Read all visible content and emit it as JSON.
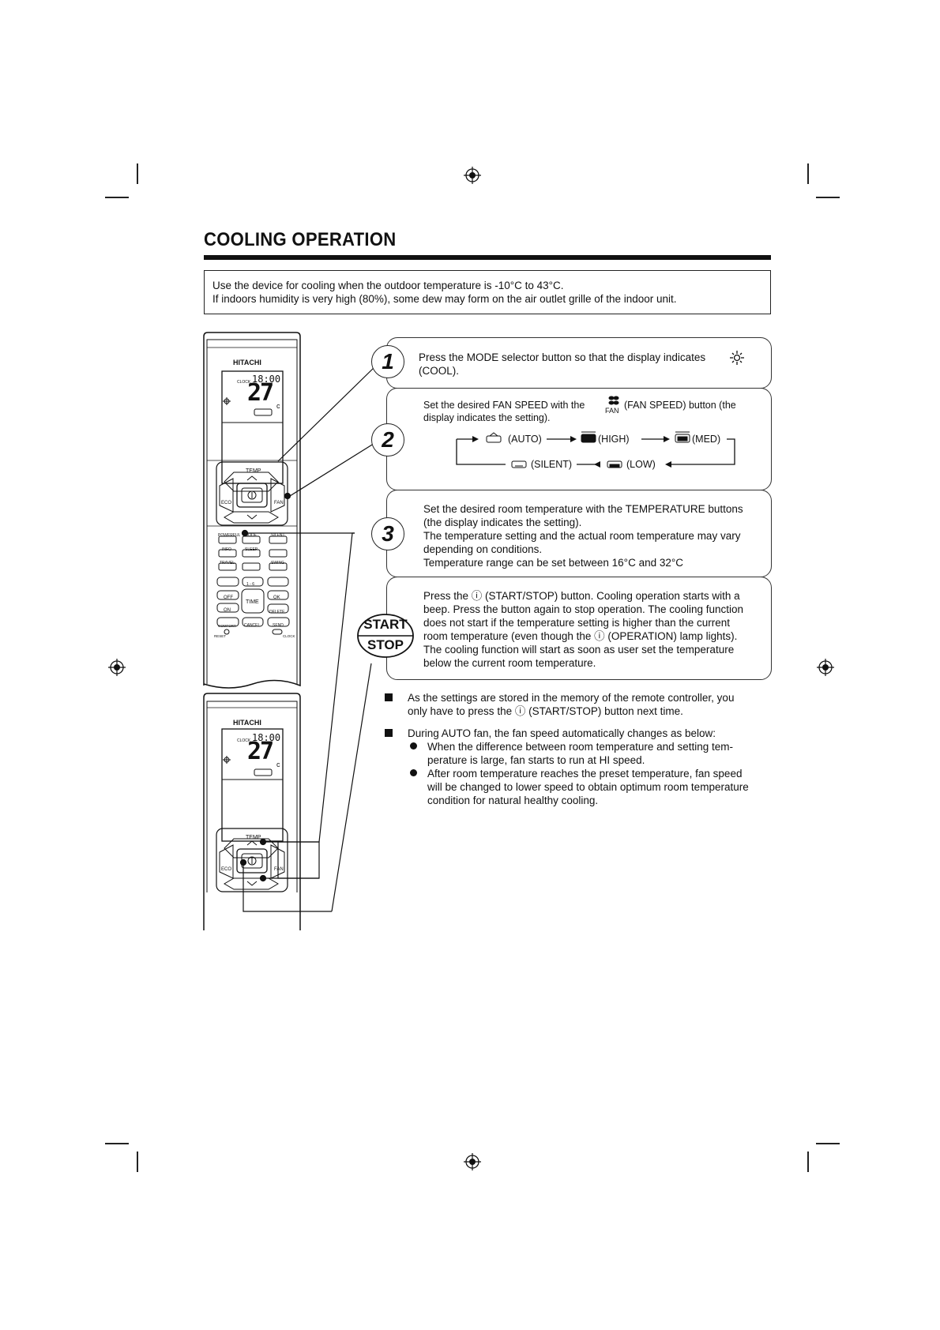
{
  "page": {
    "title": "COOLING OPERATION",
    "intro": [
      "Use the device for cooling when the outdoor temperature is -10°C to 43°C.",
      "If indoors humidity is very high (80%), some dew may form on the air outlet grille of the indoor unit."
    ]
  },
  "remote": {
    "brand": "HITACHI",
    "clock_label": "CLOCK",
    "clock_time": "18:00",
    "temp_display": "27",
    "temp_unit": "c",
    "temp_label": "TEMP",
    "eco_label": "ECO",
    "fan_label": "FAN",
    "buttons": {
      "powerful": "POWERFUL",
      "mode": "MODE",
      "silent": "SILENT",
      "info": "INFO",
      "sleep": "SLEEP",
      "swing_ud": "SWING",
      "travel": "TRAVEL",
      "swing_lr": "SWING",
      "off": "OFF",
      "time": "TIME",
      "on": "ON",
      "ok": "OK",
      "delete": "DELETE",
      "comfort": "COMFORT",
      "cancel": "CANCEL",
      "send": "SEND",
      "reset": "RESET",
      "clock": "CLOCK",
      "num": "1 - 6"
    }
  },
  "steps": [
    {
      "number": "1",
      "lines": [
        "Press the MODE selector button so that the display indicates",
        "(COOL)."
      ]
    },
    {
      "number": "2",
      "lines": [
        "Set the desired FAN SPEED with the",
        "(FAN SPEED) button (the",
        "display indicates the setting)."
      ],
      "fan_label": "FAN",
      "cycle_top": [
        "(AUTO)",
        "(HIGH)",
        "(MED)"
      ],
      "cycle_bottom": [
        "(SILENT)",
        "(LOW)"
      ]
    },
    {
      "number": "3",
      "lines": [
        "Set the desired room temperature with the TEMPERATURE buttons",
        "(the display indicates the setting).",
        "The temperature setting and the actual room temperature may vary",
        "depending on conditions.",
        "Temperature range can be set between 16°C and 32°C"
      ]
    },
    {
      "start_label": "START",
      "stop_label": "STOP",
      "lines": [
        "Press the ⓘ (START/STOP) button. Cooling operation starts with a",
        "beep. Press the button again to stop operation. The cooling function",
        "does not start if the temperature setting is higher than the current",
        "room temperature (even though the ⓘ (OPERATION) lamp lights).",
        "The cooling function will start as soon as user set the temperature",
        "below the current room temperature."
      ]
    }
  ],
  "notes": [
    {
      "lines": [
        "As the settings are stored in the memory of the remote controller, you",
        "only have to press the ⓘ (START/STOP) button next time."
      ]
    },
    {
      "lines": [
        "During AUTO fan, the fan speed automatically changes as below:"
      ],
      "sub": [
        {
          "lines": [
            "When the difference between room temperature and setting tem-",
            "perature is large, fan starts to run at HI speed."
          ]
        },
        {
          "lines": [
            "After room temperature reaches the preset temperature, fan speed",
            "will be changed to lower speed to obtain optimum room temperature",
            "condition for natural healthy cooling."
          ]
        }
      ]
    }
  ],
  "icons": [
    "registration-mark",
    "cool-sun-icon",
    "fan-icon",
    "start-stop-icon"
  ]
}
